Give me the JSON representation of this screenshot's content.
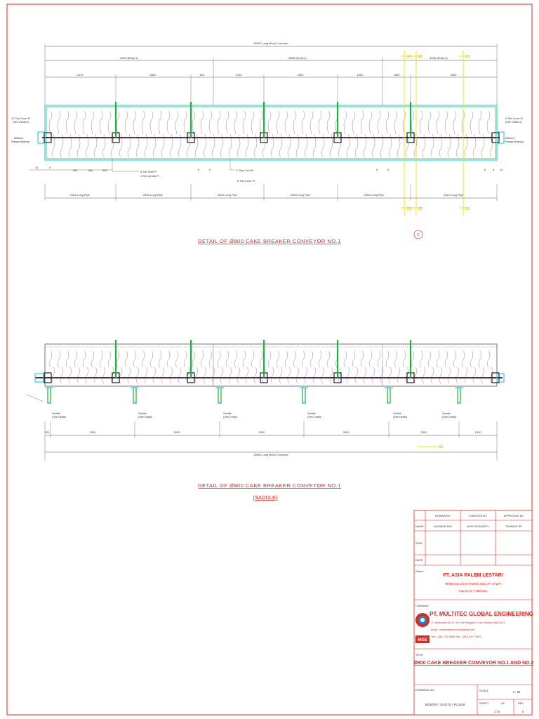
{
  "drawing1": {
    "title": "DETAIL OF Ø800 CAKE BREAKER CONVEYOR NO.1",
    "overall": "16000 Long Body Conveyor",
    "bodies": [
      "6000 (Body-1)",
      "6000 (Body-2)",
      "4000 (Body-3)"
    ],
    "segments": [
      "2375",
      "2800",
      "825",
      "1750",
      "2800",
      "1500",
      "1825",
      "2800"
    ],
    "pipes": [
      "2500 Long Pipe",
      "2500 Long Pipe",
      "2500 Long Pipe",
      "2500 Long Pipe",
      "2500 Long Pipe",
      "2610 Long Pipe"
    ],
    "left_note": [
      "12 Thk Cover Pl",
      "(See Detail-1)"
    ],
    "left_flange": [
      "Ø54mm",
      "Flange Bearing"
    ],
    "right_note": [
      "6 Thk Cover Pl",
      "(See Detail-1)"
    ],
    "right_flange": [
      "Ø54mm",
      "Flange Bearing"
    ],
    "bottom_dims": [
      "10",
      "8",
      "500",
      "500",
      "500",
      "8",
      "8",
      "8",
      "8",
      "8",
      "8",
      "10"
    ],
    "callouts": [
      "8 Thk Shell Pl",
      "6 Thk Upnew Pl",
      "4\" Pipe Sch 80",
      "8 Thk Cover Pl"
    ],
    "section_tags": [
      "X1",
      "X2",
      "X3"
    ],
    "circle_mark": "C"
  },
  "drawing2": {
    "title": "DETAIL OF Ø800 CAKE BREAKER CONVEYOR NO.1",
    "subtitle": "(SADDLE)",
    "overall": "16000 Long Body Conveyor",
    "saddle_label": [
      "Saddle",
      "(See Detail)"
    ],
    "dims": [
      "200",
      "3000",
      "3000",
      "3000",
      "3000",
      "2500",
      "1300"
    ],
    "section_tag": "X5"
  },
  "title_block": {
    "head": [
      "DRAWN BY",
      "CHECKED BY",
      "APPROVED BY"
    ],
    "name_label": "NAME",
    "names": [
      "HAZIMAD RIO",
      "MHD SUGIANTO",
      "TUMMAD SP"
    ],
    "sign_label": "SIGN",
    "date_label": "DATE",
    "owner_label": "Owner",
    "owner": "PT. ASIA PALEM LESTARI",
    "project": "PEMBANGUNAN PABRIK KELAPA SAWIT",
    "capacity": "Kap.30-45 T.TBS/Jam",
    "contractor_label": "Contractor",
    "contractor": "PT. MULTITEC GLOBAL ENGINEERING",
    "address": "Jl. Sabaruddin No.71, Kel. Sei Rengas III, Kec. Medan Area 20214",
    "email": "Email : multitecdetima.eng@gmail.com",
    "phone": "Telp : (061) 735 0888, Fax : (061) 452 73967",
    "logo_text": "MGE",
    "title_label": "TITLE",
    "drawing_title": "Ø800 CAKE BREAKER CONVEYOR NO.1 AND NO.2",
    "drawing_no_label": "DRAWING NO.",
    "drawing_no": "MGE/DIP / 10.07.01 / PL 2018",
    "scale_label": "SCALE",
    "scale": "1 : 50",
    "sheet_label": "SHEET",
    "of_label": "OF",
    "sheet": "1 / 5",
    "rev_label": "REV",
    "rev": "0"
  },
  "colors": {
    "border": "#e0261e",
    "green": "#17b33a",
    "cyan": "#10c8d8",
    "yellow": "#f2e100",
    "magenta": "#d21ec8",
    "dark": "#333333",
    "grey": "#8a8a8a"
  }
}
